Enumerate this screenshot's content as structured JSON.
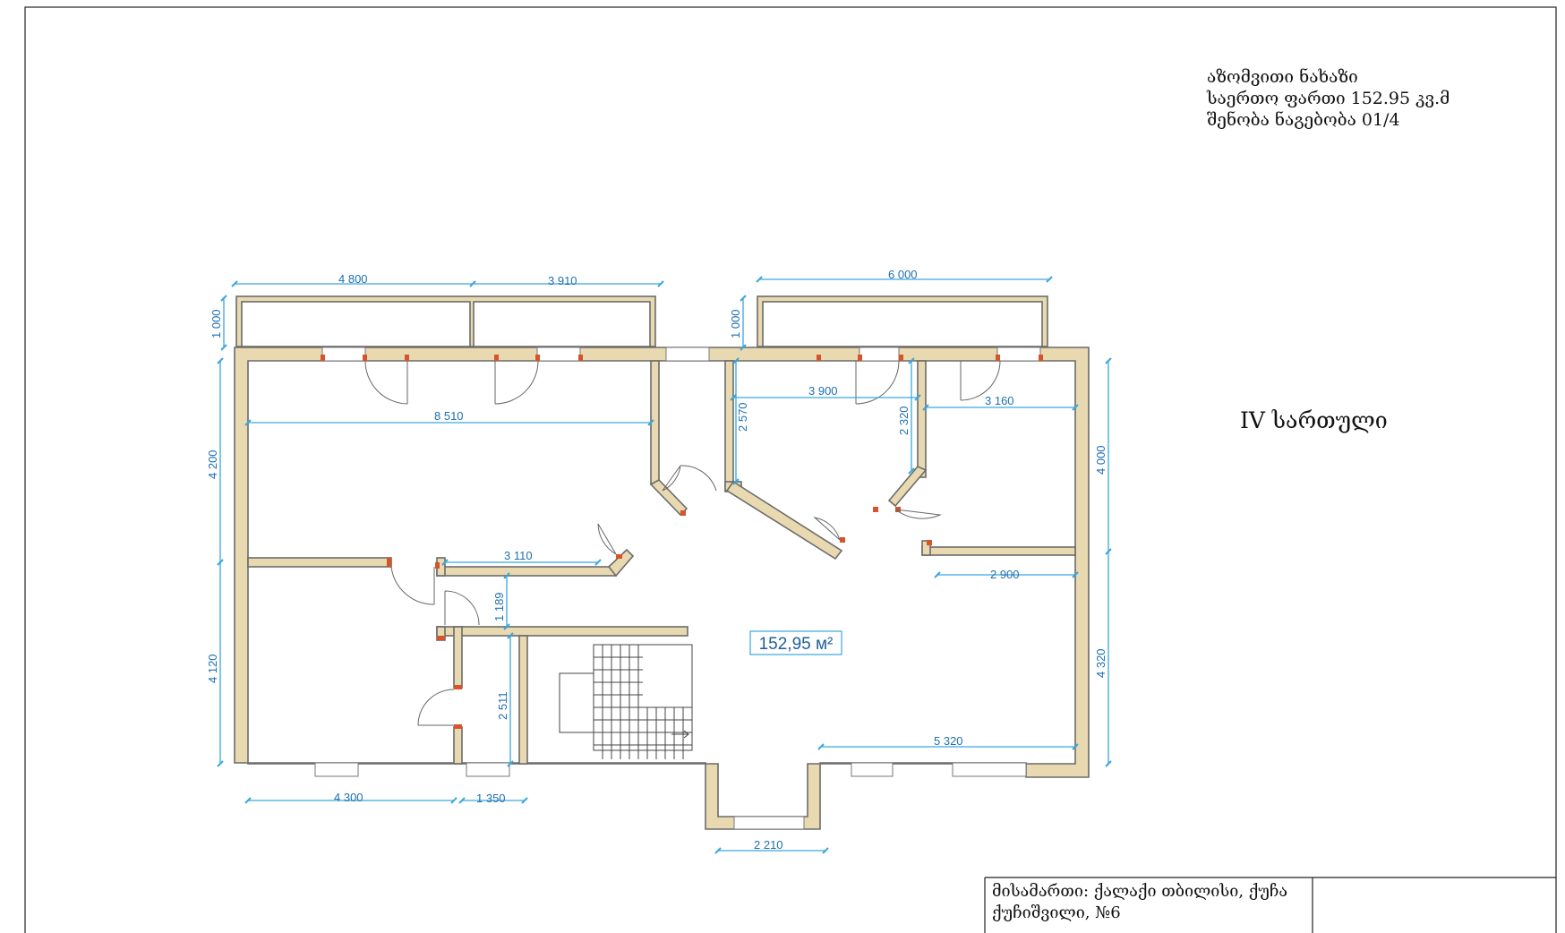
{
  "title_block": {
    "line1": "აზომვითი ნახაზი",
    "line2": "საერთო ფართი 152.95 კვ.მ",
    "line3": "შენობა ნაგებობა 01/4"
  },
  "floor_label": "IV სართული",
  "area_label": "152,95 м²",
  "address": {
    "line1": "მისამართი: ქალაქი თბილისი, ქუჩა",
    "line2": "ქუჩიშვილი, №6"
  },
  "dimensions": {
    "top_4800": "4 800",
    "top_3910": "3 910",
    "top_6000": "6 000",
    "left_balcony_1000": "1 000",
    "mid_balcony_1000": "1 000",
    "room_8510": "8 510",
    "room_3900": "3 900",
    "room_3160": "3 160",
    "vert_2570": "2 570",
    "vert_2320": "2 320",
    "left_4200": "4 200",
    "left_4120": "4 120",
    "right_4000": "4 000",
    "right_4320": "4 320",
    "corr_3110": "3 110",
    "vert_1189": "1 189",
    "vert_2511": "2 511",
    "room_2900": "2 900",
    "room_5320": "5 320",
    "bottom_4300": "4 300",
    "bottom_1350": "1 350",
    "bottom_2210": "2 210"
  },
  "colors": {
    "wall": "#e8d9b0",
    "dimension": "#3aa6dd",
    "jamb": "#d7542a"
  }
}
